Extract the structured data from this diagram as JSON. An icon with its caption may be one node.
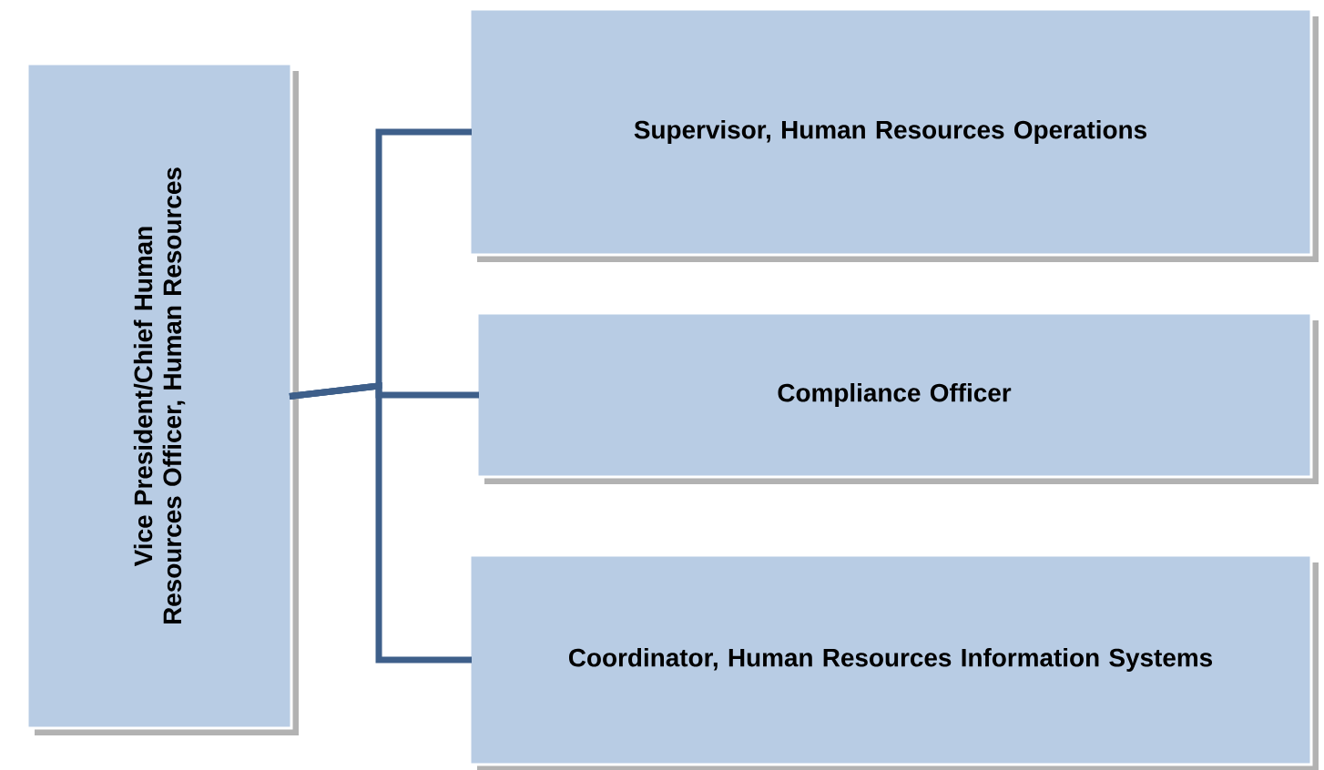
{
  "diagram": {
    "nodes": [
      {
        "text": [
          "Vice President/Chief Human Resources Officer, Human Resources"
        ]
      },
      {
        "text": [
          "Supervisor, Human Resources Operations"
        ]
      },
      {
        "text": [
          "Compliance Officer"
        ]
      },
      {
        "text": [
          "Coordinator, Human Resources Information Systems"
        ]
      }
    ],
    "edges": [
      {
        "from": 0,
        "to": 1,
        "arrow": "none"
      },
      {
        "from": 0,
        "to": 2,
        "arrow": "none"
      },
      {
        "from": 0,
        "to": 3,
        "arrow": "none"
      }
    ]
  }
}
